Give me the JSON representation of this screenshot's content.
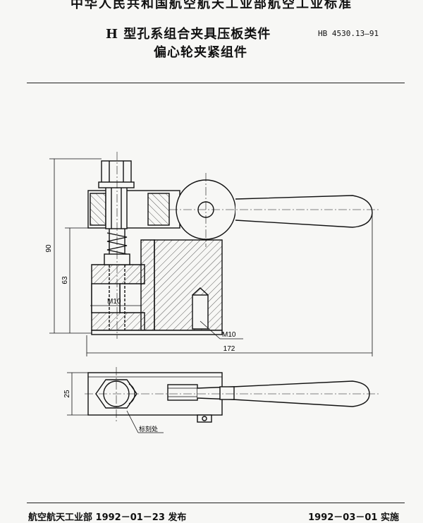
{
  "header": {
    "top_cut": "中华人民共和国航空航天工业部航空工业标准",
    "title_line1": "H 型孔系组合夹具压板类件",
    "title_line2": "偏心轮夹紧组件",
    "standard_code": "HB 4530.13—91"
  },
  "drawing": {
    "dim_height_total": "90",
    "dim_height_partial": "63",
    "dim_width": "172",
    "dim_thickness": "25",
    "thread_label_1": "M10",
    "thread_label_2": "M10",
    "marking_label": "标刻处"
  },
  "footer": {
    "issuer_text": "航空航天工业部 1992－01－23 发布",
    "effective_text": "1992－03－01 实施"
  }
}
